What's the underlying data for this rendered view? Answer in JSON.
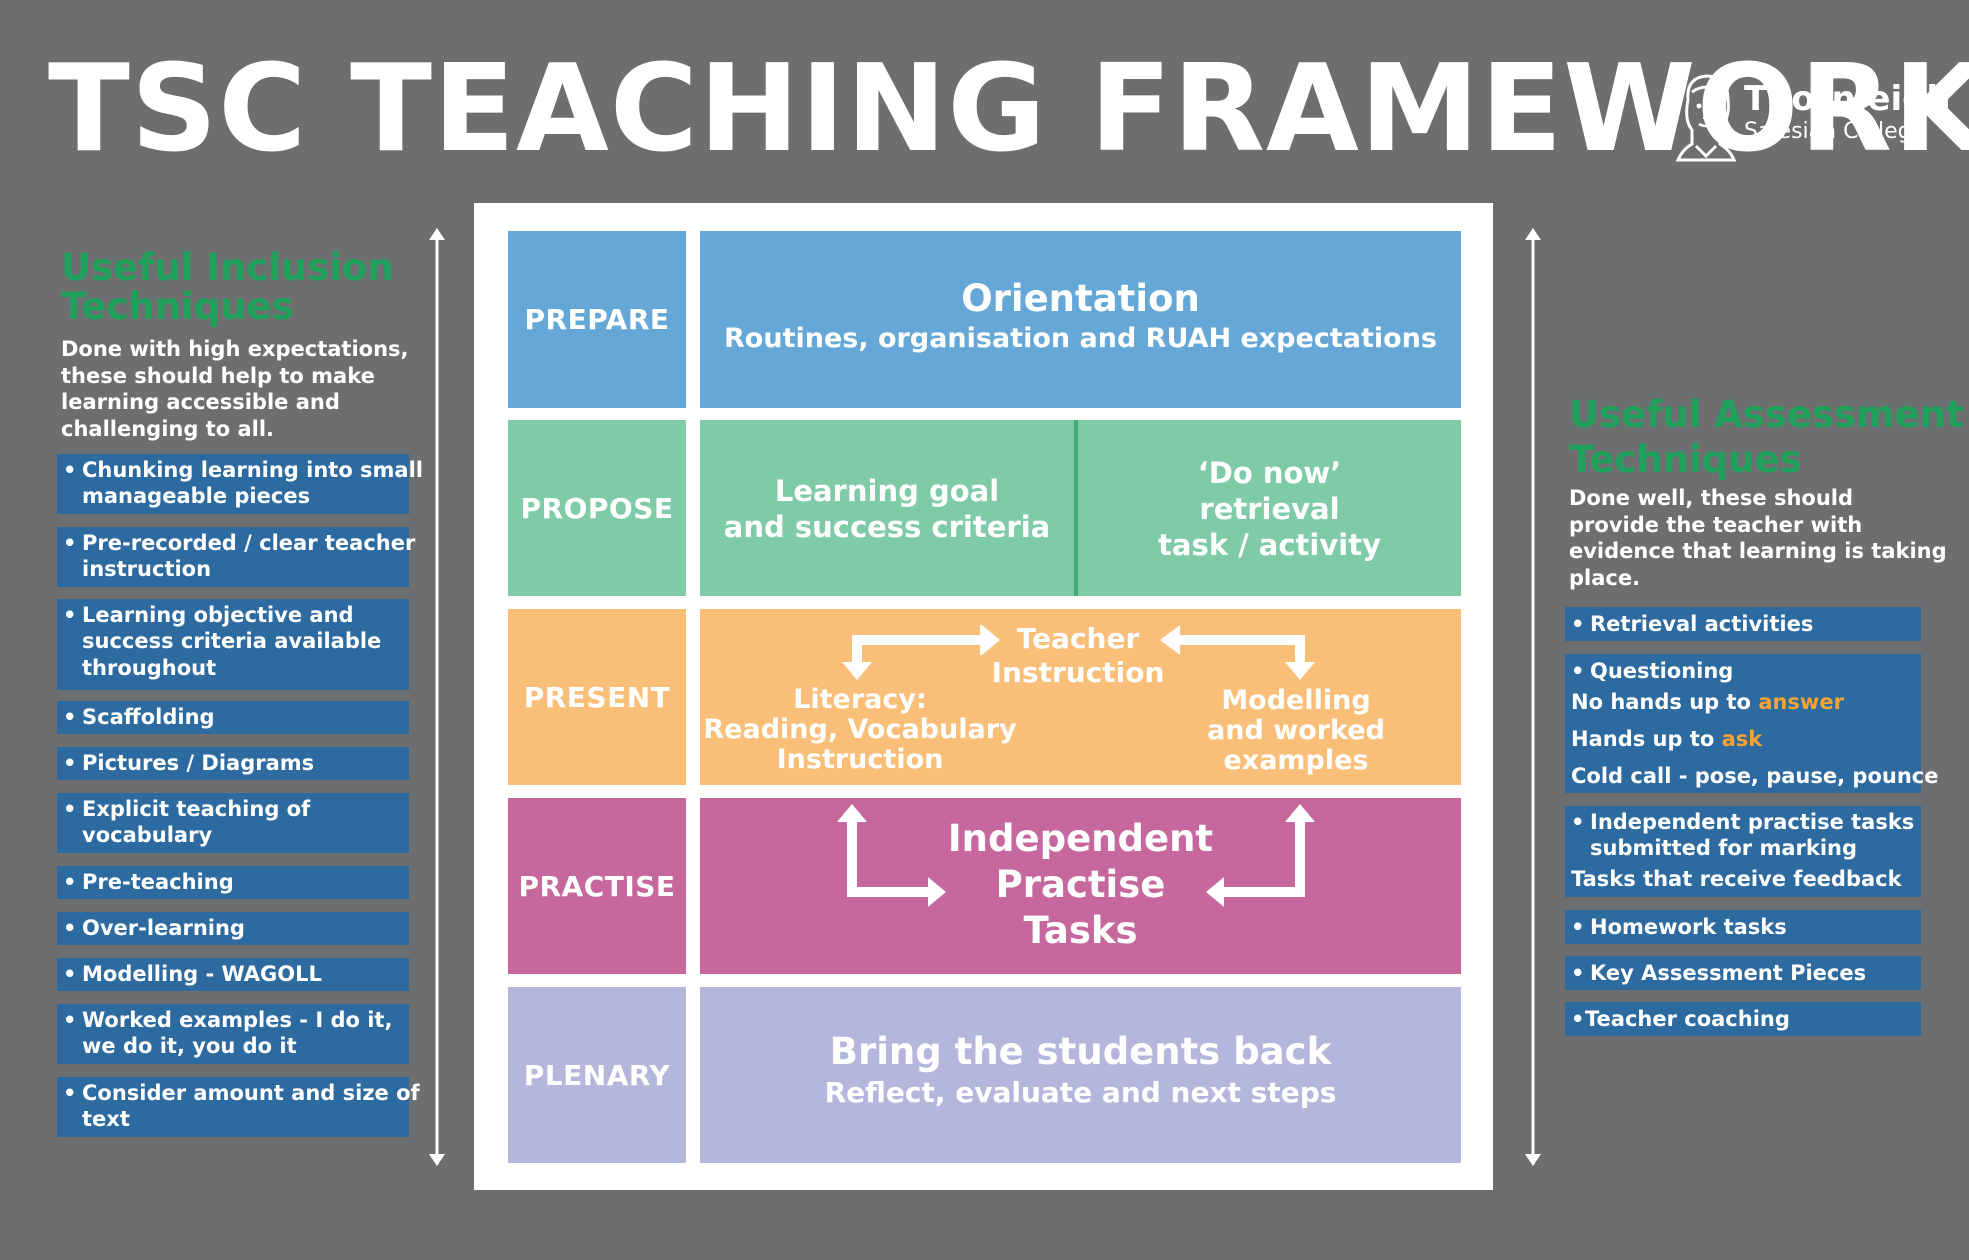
{
  "title": "TSC TEACHING FRAMEWORK",
  "logo": {
    "icon": "don-bosco-portrait-icon",
    "name": "Thornleigh",
    "subtitle": "Salesian College"
  },
  "left_panel": {
    "heading": [
      "Useful Inclusion",
      "Techniques"
    ],
    "intro": [
      "Done with high expectations,",
      "these should help to make",
      "learning accessible and",
      "challenging to all."
    ],
    "items": [
      [
        "Chunking learning into small",
        "manageable pieces"
      ],
      [
        "Pre-recorded / clear teacher",
        "instruction"
      ],
      [
        "Learning objective and",
        "success criteria available",
        "throughout"
      ],
      [
        "Scaffolding"
      ],
      [
        "Pictures / Diagrams"
      ],
      [
        "Explicit teaching of",
        "vocabulary"
      ],
      [
        "Pre-teaching"
      ],
      [
        "Over-learning"
      ],
      [
        "Modelling - WAGOLL"
      ],
      [
        "Worked examples - I do it,",
        "we do it, you do it"
      ],
      [
        "Consider amount and size of",
        "text"
      ]
    ]
  },
  "right_panel": {
    "heading": [
      "Useful Assessment",
      "Techniques"
    ],
    "intro": [
      "Done well, these should",
      "provide the teacher with",
      "evidence that learning is taking",
      "place."
    ],
    "retrieval": "Retrieval activities",
    "questioning": {
      "label": "Questioning",
      "line1_pre": "No hands up to ",
      "line1_hl": "answer",
      "line2_pre": "Hands up to ",
      "line2_hl": "ask",
      "line3": "Cold call - pose, pause, pounce"
    },
    "independent": {
      "label": [
        "Independent practise tasks",
        "submitted for marking"
      ],
      "sub": "Tasks that receive feedback"
    },
    "homework": "Homework tasks",
    "key_assessment": "Key Assessment Pieces",
    "coaching": "Teacher coaching"
  },
  "framework": {
    "colors": {
      "prepare": "#65a8d7",
      "propose": "#80cba7",
      "present": "#f9be78",
      "practise": "#c6679d",
      "plenary": "#b4b7db"
    },
    "prepare": {
      "label": "PREPARE",
      "title": "Orientation",
      "subtitle": "Routines, organisation and RUAH expectations"
    },
    "propose": {
      "label": "PROPOSE",
      "left": [
        "Learning goal",
        "and success criteria"
      ],
      "right": [
        "‘Do now’",
        "retrieval",
        "task / activity"
      ]
    },
    "present": {
      "label": "PRESENT",
      "center": [
        "Teacher",
        "Instruction"
      ],
      "left": [
        "Literacy:",
        "Reading, Vocabulary",
        "Instruction"
      ],
      "right": [
        "Modelling",
        "and worked",
        "examples"
      ]
    },
    "practise": {
      "label": "PRACTISE",
      "center": [
        "Independent",
        "Practise",
        "Tasks"
      ]
    },
    "plenary": {
      "label": "PLENARY",
      "title": "Bring the students back",
      "subtitle": "Reflect, evaluate and next steps"
    }
  }
}
